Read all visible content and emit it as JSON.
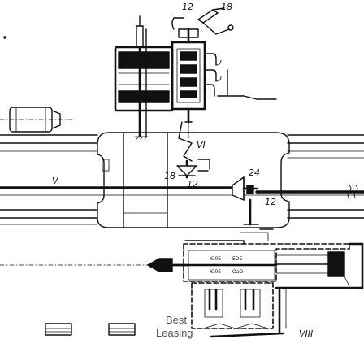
{
  "labels": {
    "l12_top": "12",
    "l18_top": "18",
    "l_vi": "VI",
    "l18_mid": "18",
    "l12_mid": "12",
    "l24": "24",
    "l12_right": "12",
    "l_v": "V",
    "l_viii": "VIII"
  },
  "valve_marks": {
    "m1": "Ю0Е",
    "m2": "ЕОБ",
    "m3": "Ю0Е",
    "m4": "ОаО"
  },
  "watermark": {
    "line1": "Best",
    "line2": "Leasing"
  }
}
